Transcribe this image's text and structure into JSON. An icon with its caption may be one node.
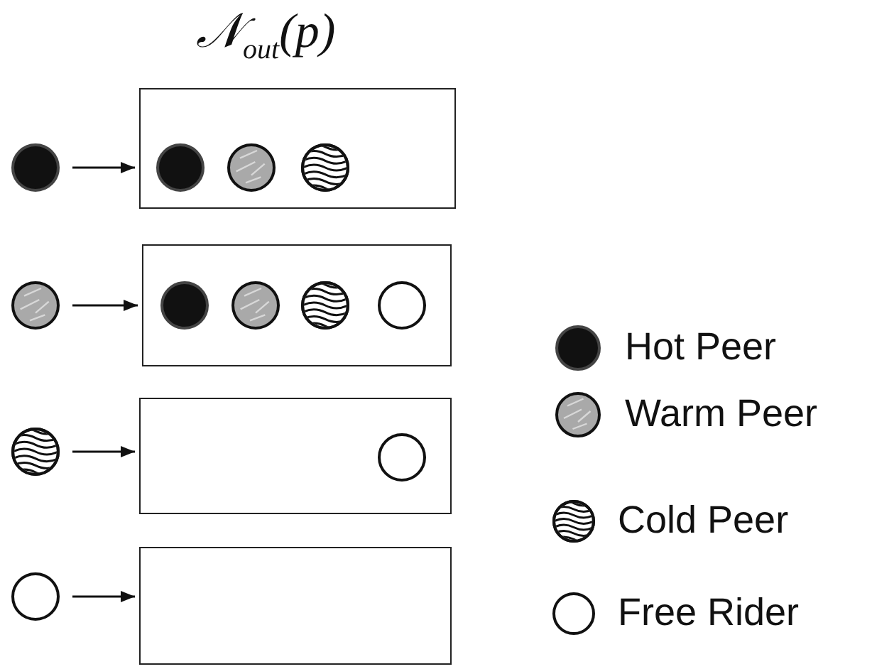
{
  "diagram": {
    "title": "𝒩$_{out}$(p)",
    "nodes": [
      {
        "text": [],
        "shape": "circle"
      },
      {
        "text": [],
        "shape": "box"
      },
      {
        "text": [],
        "shape": "circle",
        "in": 1
      },
      {
        "text": [],
        "shape": "circle",
        "in": 1
      },
      {
        "text": [],
        "shape": "circle",
        "in": 1
      },
      {
        "text": [],
        "shape": "circle"
      },
      {
        "text": [],
        "shape": "box"
      },
      {
        "text": [],
        "shape": "circle",
        "in": 6
      },
      {
        "text": [],
        "shape": "circle",
        "in": 6
      },
      {
        "text": [],
        "shape": "circle",
        "in": 6
      },
      {
        "text": [],
        "shape": "circle",
        "in": 6
      },
      {
        "text": [],
        "shape": "circle"
      },
      {
        "text": [],
        "shape": "box"
      },
      {
        "text": [],
        "shape": "circle",
        "in": 12
      },
      {
        "text": [],
        "shape": "circle"
      },
      {
        "text": [],
        "shape": "box"
      }
    ],
    "edges": [
      {
        "from": 0,
        "to": 1,
        "arrow": "to"
      },
      {
        "from": 5,
        "to": 6,
        "arrow": "to"
      },
      {
        "from": 11,
        "to": 12,
        "arrow": "to"
      },
      {
        "from": 14,
        "to": 15,
        "arrow": "to"
      }
    ],
    "legend": [
      {
        "text": "Hot Peer"
      },
      {
        "text": "Warm Peer"
      },
      {
        "text": "Cold Peer"
      },
      {
        "text": "Free Rider"
      }
    ]
  }
}
